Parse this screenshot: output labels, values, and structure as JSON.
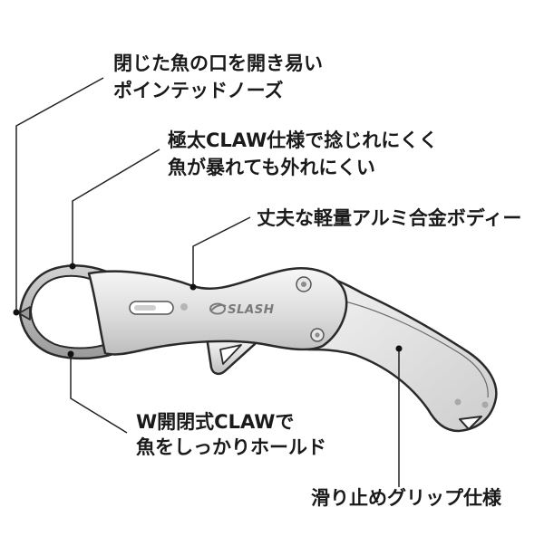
{
  "callouts": {
    "pointed_nose": [
      "閉じた魚の口を開き易い",
      "ポインテッドノーズ"
    ],
    "thick_claw": [
      "極太CLAW仕様で捻じれにくく",
      "魚が暴れても外れにくい"
    ],
    "alloy_body": [
      "丈夫な軽量アルミ合金ボディー"
    ],
    "double_claw": [
      "W開閉式CLAWで",
      "魚をしっかりホールド"
    ],
    "grip": [
      "滑り止めグリップ仕様"
    ]
  },
  "product": {
    "logo_text": "SLASH"
  },
  "colors": {
    "text": "#1a1a1a",
    "leader_line": "#222222",
    "tool_outline": "#2a2a2a",
    "tool_body": "#d9d9d9"
  }
}
